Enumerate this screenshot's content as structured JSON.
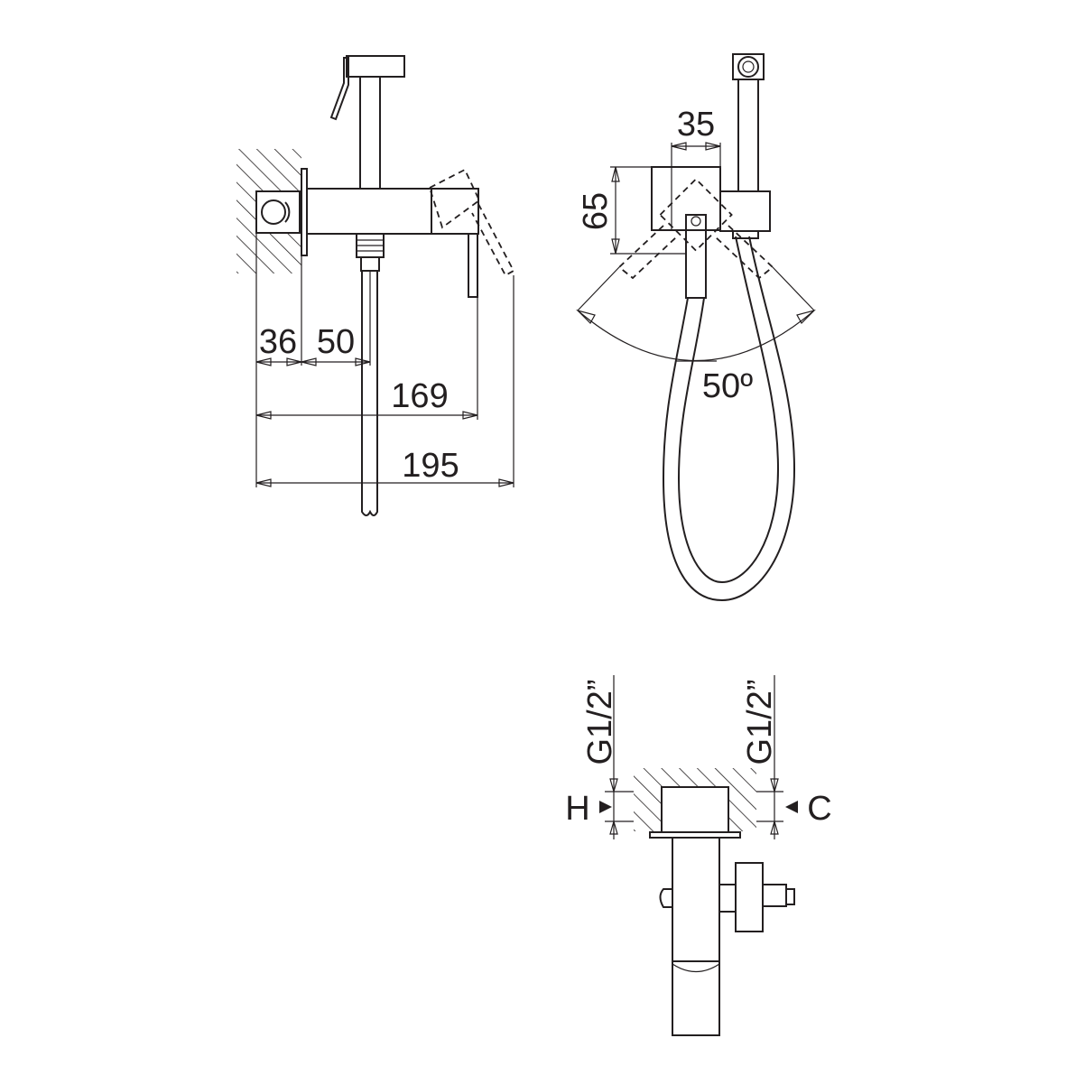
{
  "side_view": {
    "dim_wall_to_body": "36",
    "dim_body_to_hose": "50",
    "dim_wall_to_lever": "169",
    "dim_wall_to_lever_open": "195"
  },
  "front_view": {
    "dim_body_width": "35",
    "dim_body_height": "65",
    "dim_lever_angle": "50º"
  },
  "bottom_view": {
    "thread_left": "G1/2”",
    "thread_right": "G1/2”",
    "hot_label": "H",
    "cold_label": "C"
  }
}
